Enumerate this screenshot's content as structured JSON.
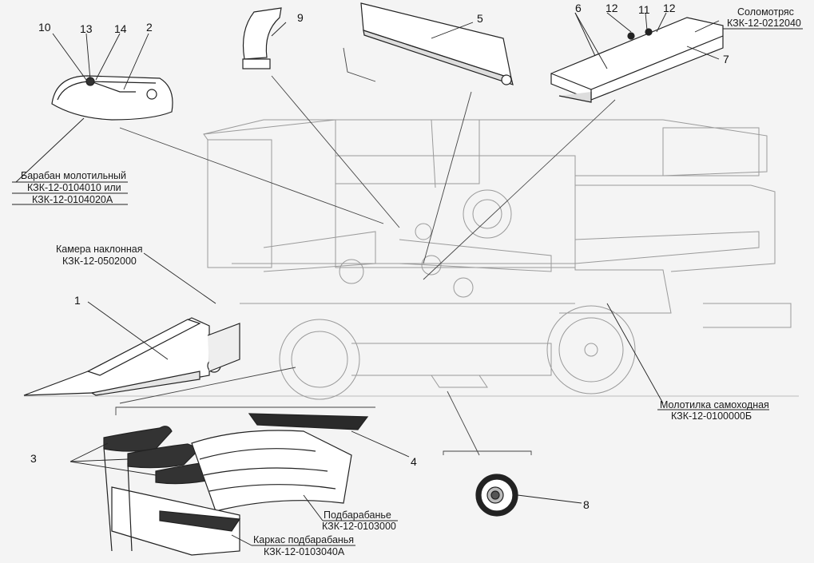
{
  "callouts": {
    "n1": "1",
    "n2": "2",
    "n3": "3",
    "n4": "4",
    "n5": "5",
    "n6": "6",
    "n7": "7",
    "n8": "8",
    "n9": "9",
    "n10": "10",
    "n11": "11",
    "n12a": "12",
    "n12b": "12",
    "n13": "13",
    "n14": "14"
  },
  "labels": {
    "drum_title": "Барабан молотильный",
    "drum_code1": "КЗК-12-0104010 или",
    "drum_code2": "КЗК-12-0104020А",
    "chamber_title": "Камера наклонная",
    "chamber_code": "КЗК-12-0502000",
    "straw_title": "Соломотряс",
    "straw_code": "КЗК-12-0212040",
    "thresher_title": "Молотилка самоходная",
    "thresher_code": "КЗК-12-0100000Б",
    "concave_title": "Подбарабанье",
    "concave_code": "КЗК-12-0103000",
    "frame_title": "Каркас подбарабанья",
    "frame_code": "КЗК-12-0103040А"
  },
  "colors": {
    "line": "#222222",
    "ghost": "#9a9a9a",
    "paper": "#f4f4f4"
  }
}
